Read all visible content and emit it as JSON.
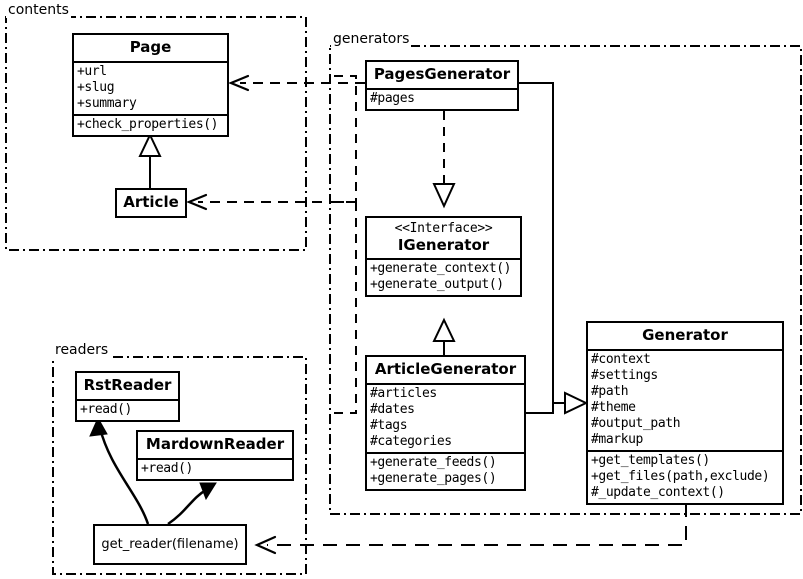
{
  "diagram": {
    "kind": "uml-class-diagram",
    "packages": [
      {
        "id": "contents",
        "label": "contents"
      },
      {
        "id": "generators",
        "label": "generators"
      },
      {
        "id": "readers",
        "label": "readers"
      }
    ],
    "classes": [
      {
        "id": "page",
        "name": "Page",
        "package": "contents",
        "attributes": [
          "+url",
          "+slug",
          "+summary"
        ],
        "methods": [
          "+check_properties()"
        ]
      },
      {
        "id": "article",
        "name": "Article",
        "package": "contents",
        "attributes": [],
        "methods": []
      },
      {
        "id": "pages-generator",
        "name": "PagesGenerator",
        "package": "generators",
        "attributes": [
          "#pages"
        ],
        "methods": []
      },
      {
        "id": "igenerator",
        "name": "IGenerator",
        "stereotype": "<<Interface>>",
        "package": "generators",
        "attributes": [],
        "methods": [
          "+generate_context()",
          "+generate_output()"
        ]
      },
      {
        "id": "article-generator",
        "name": "ArticleGenerator",
        "package": "generators",
        "attributes": [
          "#articles",
          "#dates",
          "#tags",
          "#categories"
        ],
        "methods": [
          "+generate_feeds()",
          "+generate_pages()"
        ]
      },
      {
        "id": "generator",
        "name": "Generator",
        "package": "generators",
        "attributes": [
          "#context",
          "#settings",
          "#path",
          "#theme",
          "#output_path",
          "#markup"
        ],
        "methods": [
          "+get_templates()",
          "+get_files(path,exclude)",
          "#_update_context()"
        ]
      },
      {
        "id": "rst-reader",
        "name": "RstReader",
        "package": "readers",
        "attributes": [],
        "methods": [
          "+read()"
        ]
      },
      {
        "id": "mardown-reader",
        "name": "MardownReader",
        "package": "readers",
        "attributes": [],
        "methods": [
          "+read()"
        ]
      }
    ],
    "functions": [
      {
        "id": "get-reader",
        "label": "get_reader(filename)",
        "package": "readers"
      }
    ],
    "relationships": [
      {
        "from": "pages-generator",
        "to": "page",
        "type": "dependency"
      },
      {
        "from": "article-generator",
        "to": "article",
        "type": "dependency"
      },
      {
        "from": "pages-generator",
        "to": "igenerator",
        "type": "realization"
      },
      {
        "from": "article-generator",
        "to": "igenerator",
        "type": "generalization"
      },
      {
        "from": "article",
        "to": "page",
        "type": "generalization"
      },
      {
        "from": "pages-generator",
        "to": "generator",
        "type": "generalization"
      },
      {
        "from": "article-generator",
        "to": "generator",
        "type": "generalization"
      },
      {
        "from": "generator",
        "to": "get-reader",
        "type": "dependency"
      },
      {
        "from": "get-reader",
        "to": "rst-reader",
        "type": "creates"
      },
      {
        "from": "get-reader",
        "to": "mardown-reader",
        "type": "creates"
      }
    ],
    "colors": {
      "stroke": "#000000",
      "background": "#ffffff"
    }
  }
}
